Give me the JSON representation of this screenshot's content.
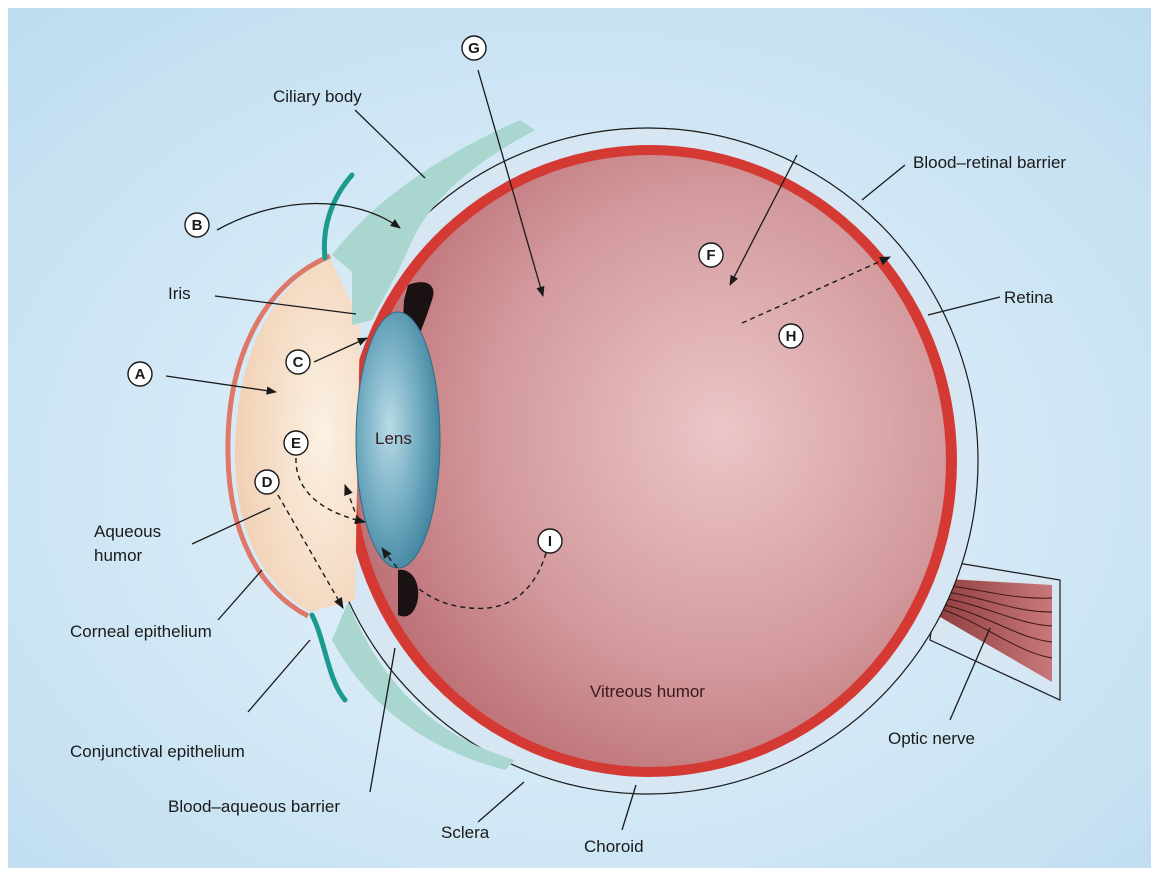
{
  "labels": {
    "ciliary_body": "Ciliary body",
    "blood_retinal_barrier": "Blood–retinal barrier",
    "retina": "Retina",
    "iris": "Iris",
    "aqueous_humor_line1": "Aqueous",
    "aqueous_humor_line2": "humor",
    "corneal_epithelium": "Corneal epithelium",
    "conjunctival_epithelium": "Conjunctival epithelium",
    "blood_aqueous_barrier": "Blood–aqueous barrier",
    "sclera": "Sclera",
    "choroid": "Choroid",
    "optic_nerve": "Optic nerve",
    "lens": "Lens",
    "vitreous_humor": "Vitreous humor"
  },
  "markers": {
    "a": "A",
    "b": "B",
    "c": "C",
    "d": "D",
    "e": "E",
    "f": "F",
    "g": "G",
    "h": "H",
    "i": "I"
  },
  "colors": {
    "background": "#cde6f4",
    "vitreous": "#c97f85",
    "choroid": "#d43a33",
    "sclera_band": "#dbe8f2",
    "lens": "#5b9db5",
    "iris": "#1a1212",
    "aqueous": "#f6e2cc",
    "ciliary": "#a9d6cf",
    "conjunctiva": "#1d9a8e",
    "cornea": "#e0786a"
  }
}
